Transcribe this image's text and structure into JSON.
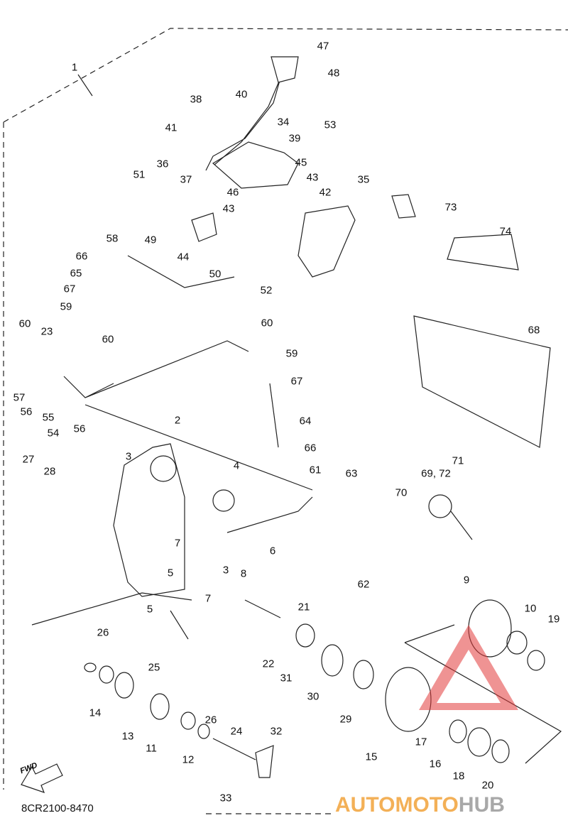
{
  "diagram_code": "8CR2100-8470",
  "fwd_label": "FWD",
  "watermark": {
    "part1": "AUTOMOTO",
    "part2": "HUB",
    "accent": "#f2a33a",
    "triangle": "#e23b3b"
  },
  "labels": [
    "1",
    "47",
    "48",
    "38",
    "40",
    "34",
    "39",
    "53",
    "41",
    "36",
    "51",
    "37",
    "45",
    "43",
    "46",
    "42",
    "35",
    "43",
    "49",
    "44",
    "73",
    "74",
    "58",
    "66",
    "65",
    "50",
    "52",
    "67",
    "59",
    "60",
    "60",
    "23",
    "60",
    "68",
    "59",
    "57",
    "56",
    "55",
    "54",
    "56",
    "67",
    "64",
    "2",
    "27",
    "3",
    "4",
    "28",
    "66",
    "61",
    "63",
    "71",
    "69, 72",
    "70",
    "7",
    "6",
    "8",
    "3",
    "5",
    "62",
    "9",
    "7",
    "5",
    "21",
    "10",
    "19",
    "26",
    "22",
    "25",
    "31",
    "30",
    "14",
    "29",
    "26",
    "24",
    "13",
    "11",
    "32",
    "17",
    "15",
    "12",
    "16",
    "18",
    "20",
    "33"
  ]
}
